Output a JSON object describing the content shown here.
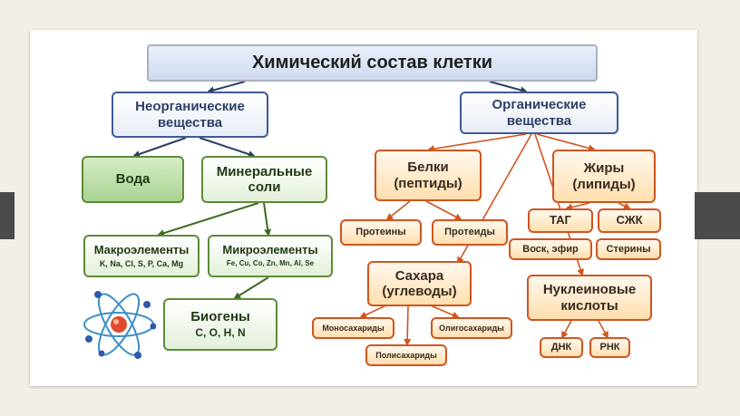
{
  "title": "Химический состав клетки",
  "inorganic": {
    "line1": "Неорганические",
    "line2": "вещества"
  },
  "organic": {
    "line1": "Органические",
    "line2": "вещества"
  },
  "water": "Вода",
  "minerals": {
    "line1": "Минеральные",
    "line2": "соли"
  },
  "macro": {
    "title": "Макроэлементы",
    "elements": "K, Na, Cl, S, P, Ca, Mg"
  },
  "micro": {
    "title": "Микроэлементы",
    "elements": "Fe, Cu, Co, Zn, Mn, Al, Se"
  },
  "biogens": {
    "title": "Биогены",
    "elements": "C, O, H, N"
  },
  "proteins": {
    "line1": "Белки",
    "line2": "(пептиды)"
  },
  "fats": {
    "line1": "Жиры",
    "line2": "(липиды)"
  },
  "proteins_simple": "Протеины",
  "proteins_complex": "Протеиды",
  "tag": "ТАГ",
  "szhk": "СЖК",
  "wax": "Воск, эфир",
  "sterols": "Стерины",
  "sugars": {
    "line1": "Сахара",
    "line2": "(углеводы)"
  },
  "nucleic": {
    "line1": "Нуклеиновые",
    "line2": "кислоты"
  },
  "mono": "Моносахариды",
  "oligo": "Олигосахариды",
  "poly": "Полисахариды",
  "dna": "ДНК",
  "rna": "РНК",
  "colors": {
    "blue_border": "#3e5a96",
    "green_border": "#5e8b3a",
    "orange_border": "#d0551f",
    "background": "#f3efe6"
  }
}
